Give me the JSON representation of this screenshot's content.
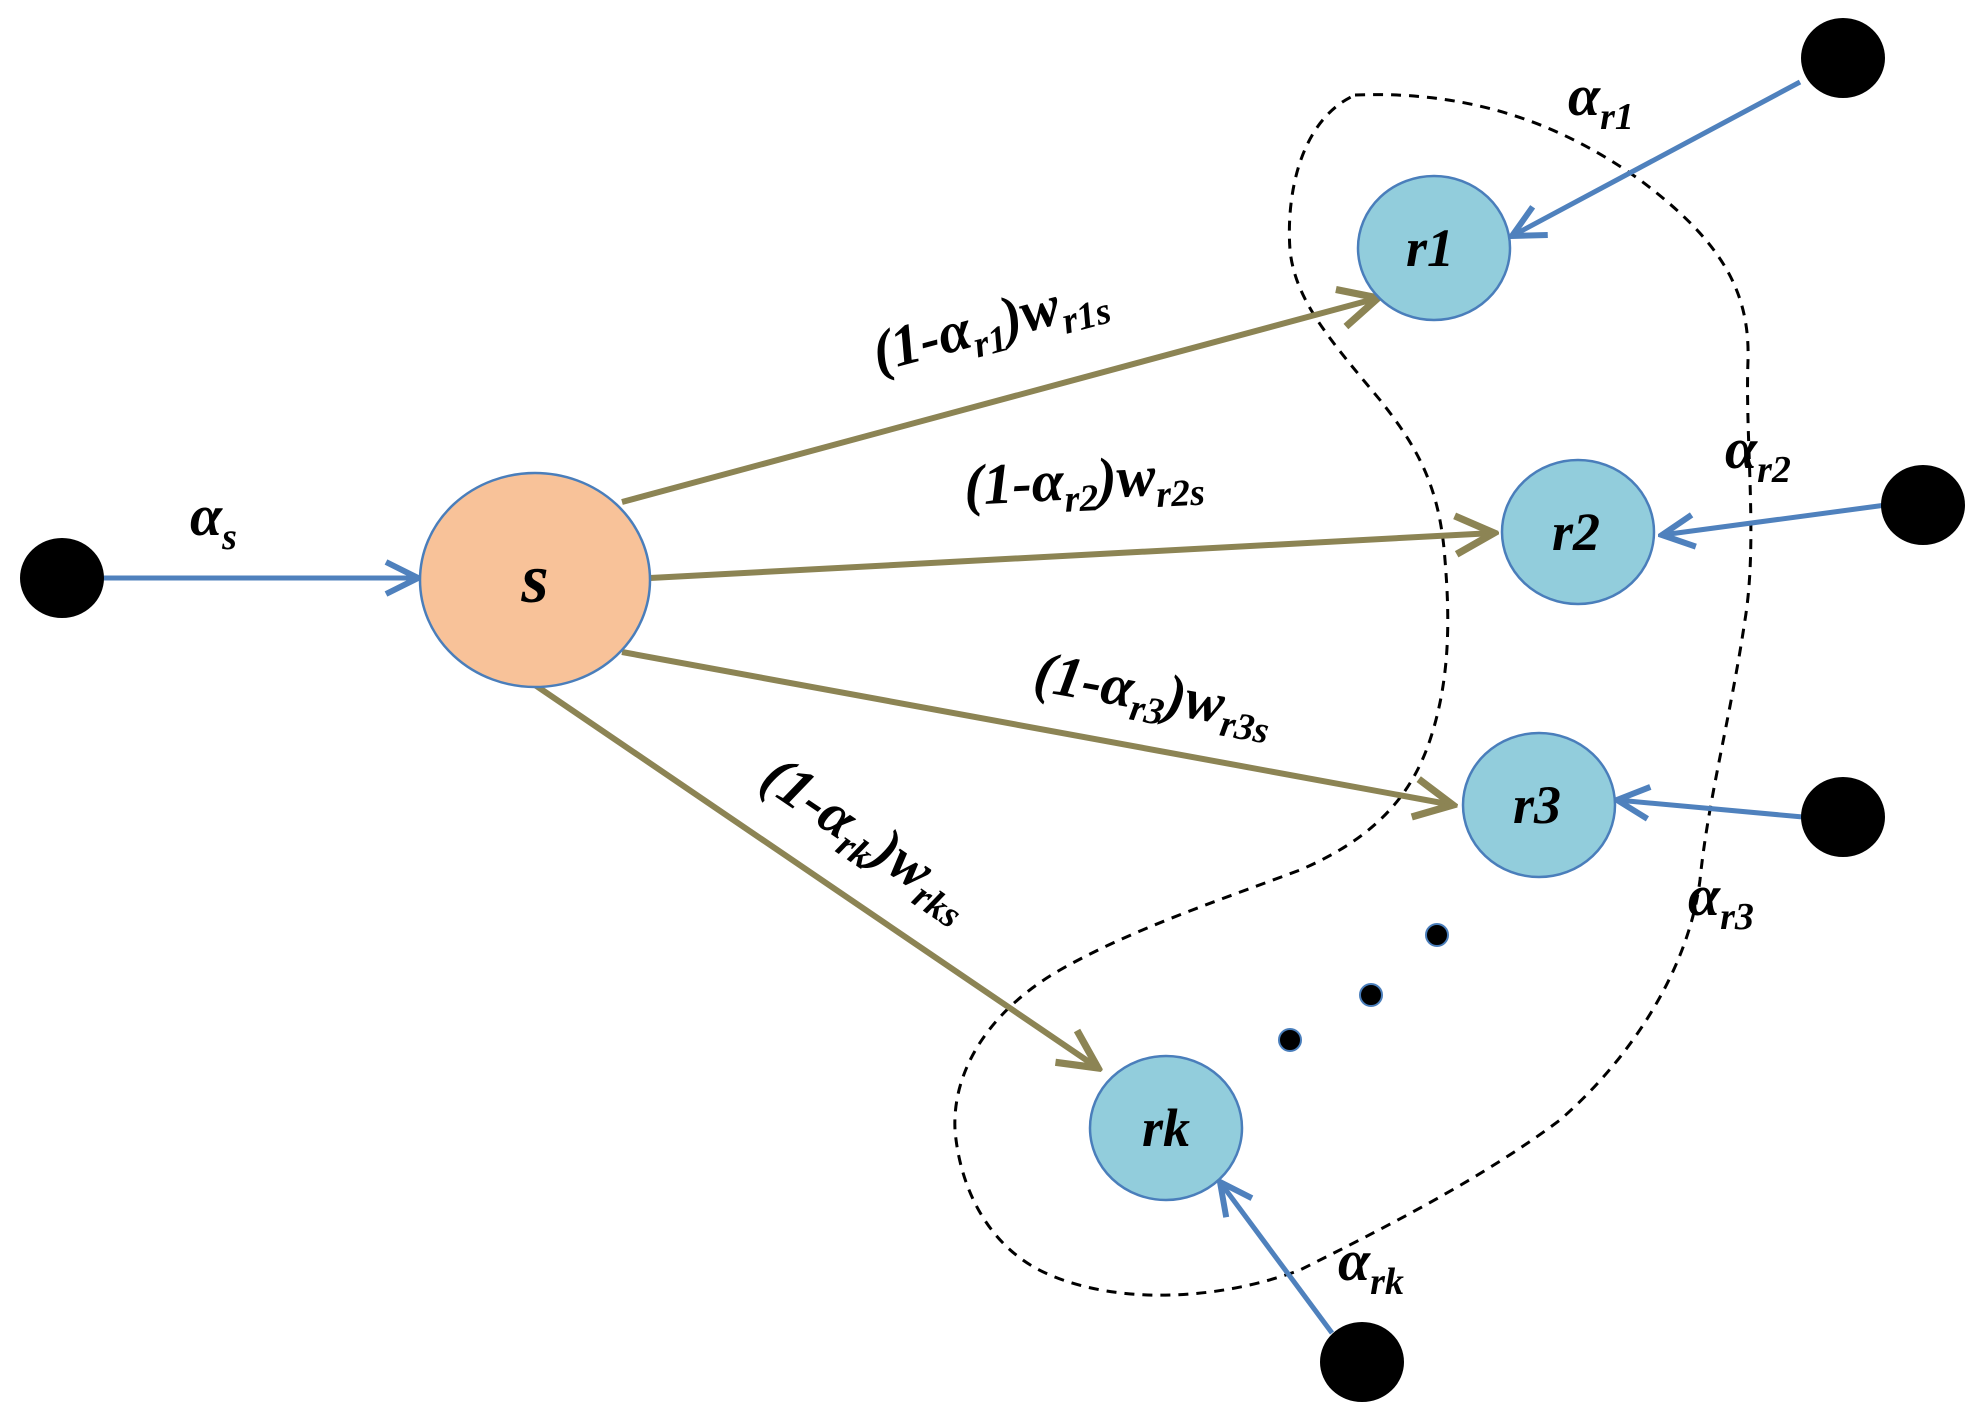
{
  "colors": {
    "source_fill": "#f8c299",
    "relay_fill": "#92cddc",
    "node_stroke": "#4a7ebb",
    "feed_edge": "#4f81bd",
    "relay_edge": "#8c8454",
    "terminal": "#000000",
    "boundary": "#000000"
  },
  "nodes": {
    "s": "s",
    "r1": "r1",
    "r2": "r2",
    "r3": "r3",
    "rk": "rk"
  },
  "feed_labels": {
    "s": {
      "sym": "α",
      "sub": "s"
    },
    "r1": {
      "sym": "α",
      "sub": "r1"
    },
    "r2": {
      "sym": "α",
      "sub": "r2"
    },
    "r3": {
      "sym": "α",
      "sub": "r3"
    },
    "rk": {
      "sym": "α",
      "sub": "rk"
    }
  },
  "edge_labels": {
    "r1": {
      "open": "(1-",
      "sym": "α",
      "sub": "r1",
      "close": ")",
      "w": "w",
      "wsub": "r1s"
    },
    "r2": {
      "open": "(1-",
      "sym": "α",
      "sub": "r2",
      "close": ")",
      "w": "w",
      "wsub": "r2s"
    },
    "r3": {
      "open": "(1-",
      "sym": "α",
      "sub": "r3",
      "close": ")",
      "w": "w",
      "wsub": "r3s"
    },
    "rk": {
      "open": "(1-",
      "sym": "α",
      "sub": "rk",
      "close": ")",
      "w": "w",
      "wsub": "rks"
    }
  }
}
